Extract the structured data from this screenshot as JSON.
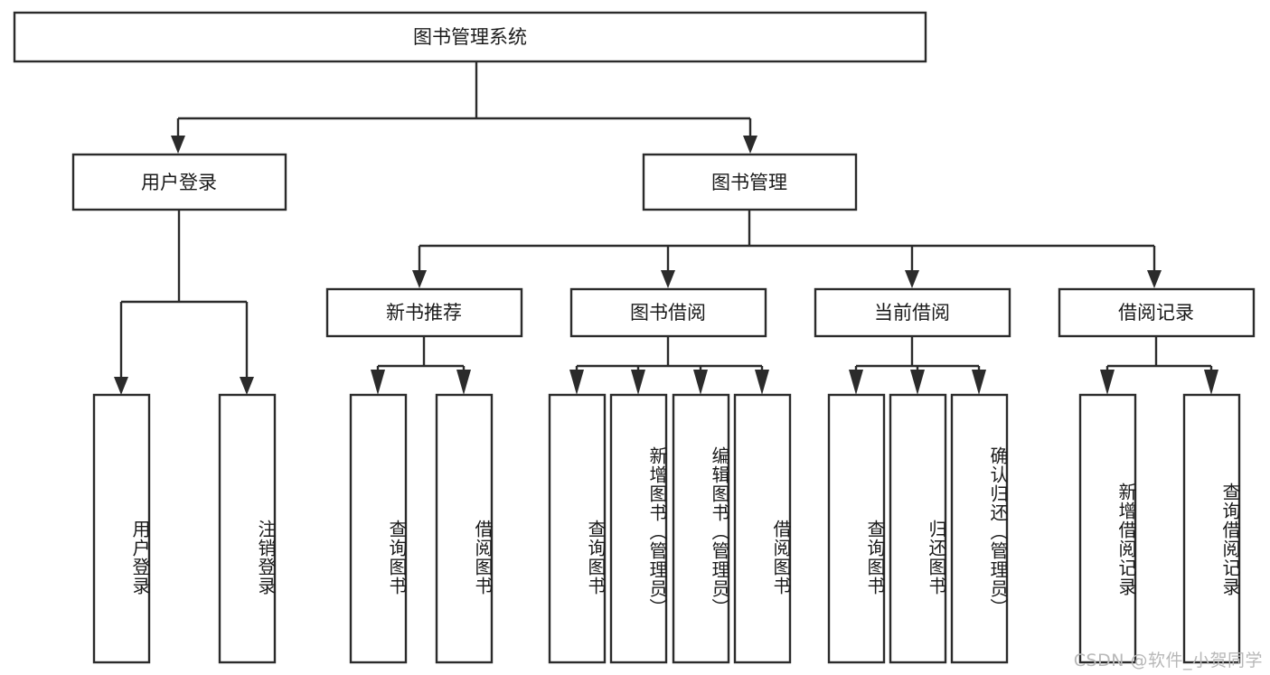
{
  "diagram": {
    "title": "图书管理系统",
    "type": "tree-hierarchy",
    "watermark": "CSDN @软件_小贺同学",
    "colors": {
      "stroke": "#2b2b2b",
      "fill": "#ffffff",
      "text": "#1a1a1a",
      "watermark": "#b8b8b8"
    },
    "levels": {
      "root": {
        "label": "图书管理系统"
      },
      "level2": [
        {
          "label": "用户登录"
        },
        {
          "label": "图书管理"
        }
      ],
      "level3": [
        {
          "label": "新书推荐"
        },
        {
          "label": "图书借阅"
        },
        {
          "label": "当前借阅"
        },
        {
          "label": "借阅记录"
        }
      ]
    },
    "leaves": {
      "user_login": [
        {
          "label": "用户登录"
        },
        {
          "label": "注销登录"
        }
      ],
      "new_book_recommend": [
        {
          "label": "查询图书"
        },
        {
          "label": "借阅图书"
        }
      ],
      "book_borrow": [
        {
          "label": "查询图书"
        },
        {
          "label": "新增图书（管理员）"
        },
        {
          "label": "编辑图书（管理员）"
        },
        {
          "label": "借阅图书"
        }
      ],
      "current_borrow": [
        {
          "label": "查询图书"
        },
        {
          "label": "归还图书"
        },
        {
          "label": "确认归还（管理员）"
        }
      ],
      "borrow_record": [
        {
          "label": "新增借阅记录"
        },
        {
          "label": "查询借阅记录"
        }
      ]
    }
  }
}
